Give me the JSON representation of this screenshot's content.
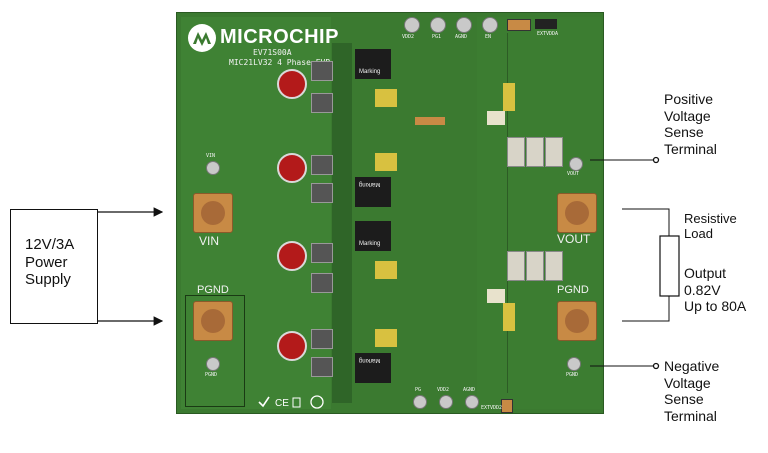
{
  "board": {
    "logo": "MICROCHIP",
    "part_number": "EV71S00A",
    "description": "MIC21LV32 4 Phase EVB",
    "terminals": {
      "vin": "VIN",
      "pgnd_left": "PGND",
      "vout": "VOUT",
      "pgnd_right": "PGND",
      "vin_sense": "VIN",
      "pgnd_sense": "PGND",
      "vout_sense": "VOUT",
      "pgnd_sense_right": "PGND"
    },
    "top_header": [
      "VDD2",
      "PG1",
      "AGND",
      "EN"
    ],
    "top_right": [
      "EXTVDDA"
    ],
    "bottom_header": [
      "PG",
      "VDD2",
      "AGND"
    ],
    "bottom_right": "EXTVDD2",
    "inductor_mark": "Marking",
    "colors": {
      "pcb": "#3b7a30",
      "capacitor": "#b31a1a",
      "pad": "#c88a45"
    }
  },
  "callouts": {
    "power_supply": [
      "12V/3A",
      "Power",
      "Supply"
    ],
    "positive_sense": [
      "Positive",
      "Voltage",
      "Sense",
      "Terminal"
    ],
    "resistive_load": [
      "Resistive",
      "Load"
    ],
    "output": [
      "Output",
      "0.82V",
      "Up to 80A"
    ],
    "negative_sense": [
      "Negative",
      "Voltage",
      "Sense",
      "Terminal"
    ]
  }
}
